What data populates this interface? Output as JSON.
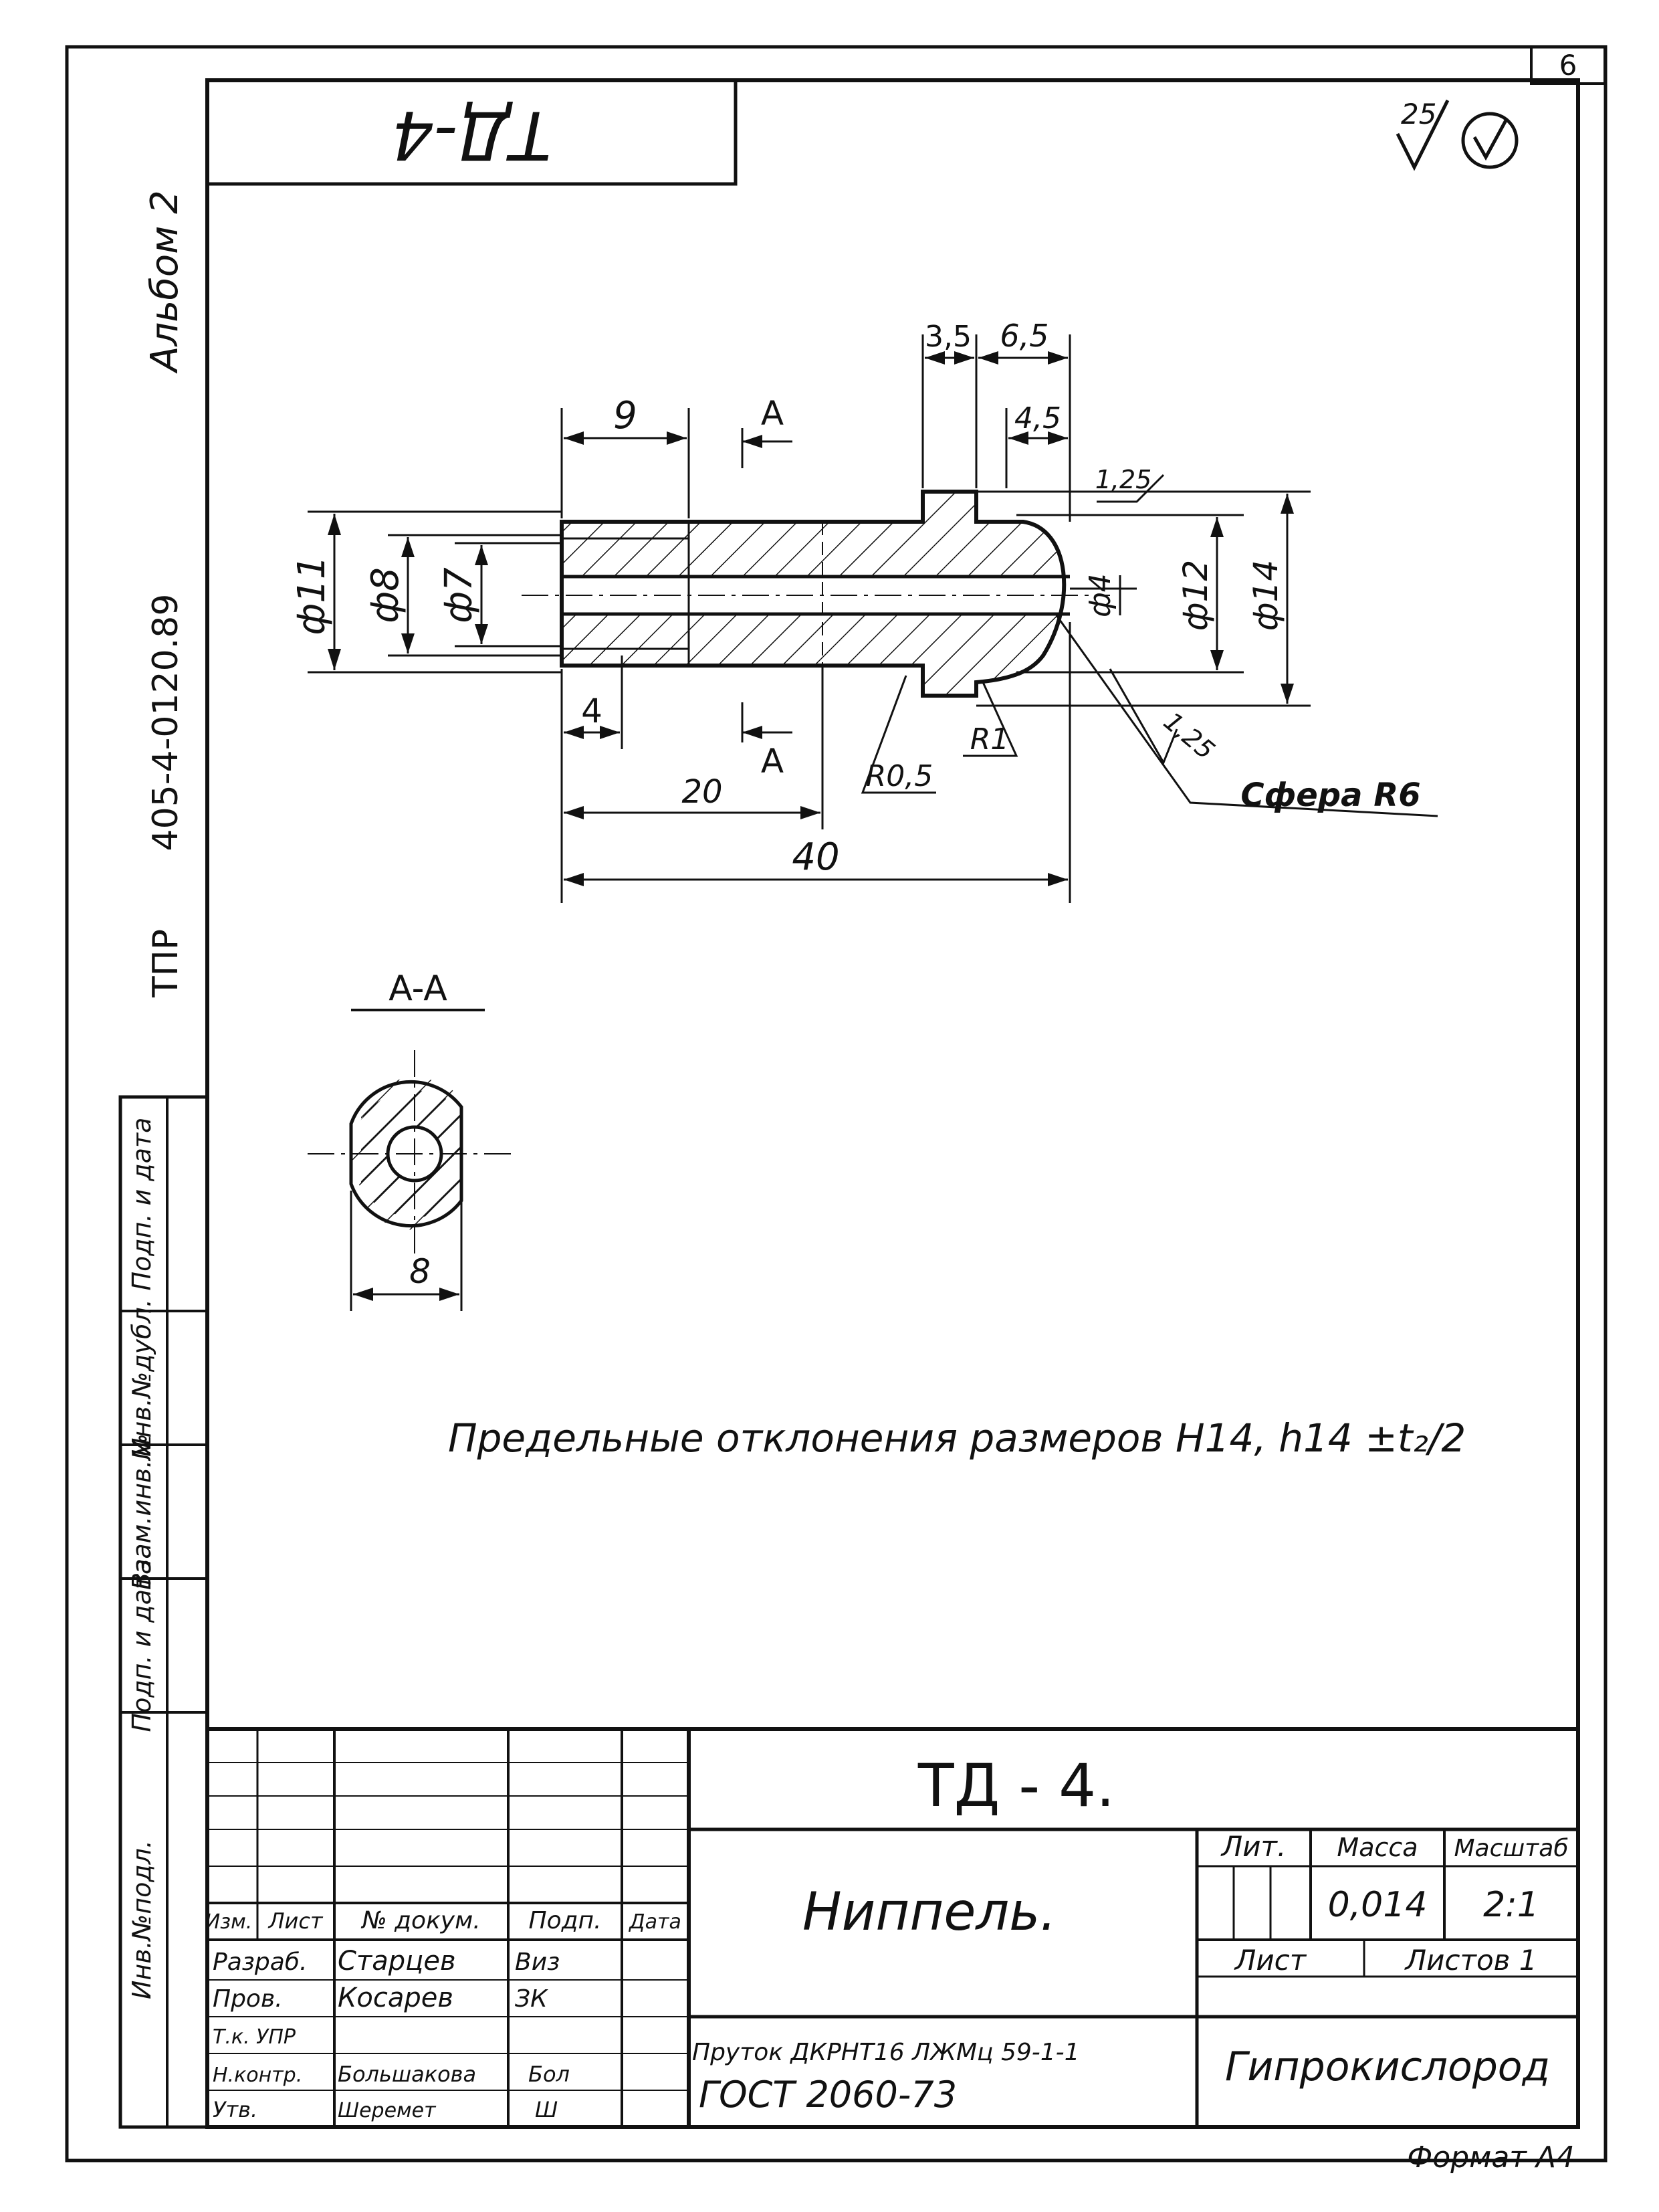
{
  "sheet": {
    "page_number": "6",
    "corner_title": "ТД-4",
    "surface_roughness": "25",
    "side_album": "Альбом 2",
    "side_project": "405-4-0120.89",
    "side_tpr": "ТПР",
    "stamp_labels": [
      "Инв.№подл.",
      "Подп. и дата",
      "Взам.инв.№",
      "Инв.№дубл.",
      "Подп. и дата"
    ]
  },
  "drawing": {
    "dims": {
      "d11": "ф11",
      "d8": "ф8",
      "d7": "ф7",
      "d4": "ф4",
      "d12": "ф12",
      "d14": "ф14",
      "l9": "9",
      "l35": "3,5",
      "l65": "6,5",
      "l45": "4,5",
      "l4": "4",
      "l20": "20",
      "l40": "40",
      "rough1": "1,25",
      "rough2": "1,25",
      "r05": "R0,5",
      "r1": "R1",
      "sphere": "Сфера R6",
      "section_mark_top": "A",
      "section_mark_bottom": "A",
      "section_title": "A-A",
      "section_width": "8"
    },
    "note": "Предельные отклонения размеров H14, h14 ±t₂/2"
  },
  "title_block": {
    "designation": "ТД - 4.",
    "part_name": "Ниппель.",
    "material_line1": "Пруток ДКРНТ16 ЛЖМц 59-1-1",
    "material_line2": "ГОСТ 2060-73",
    "organization": "Гипрокислород",
    "format": "Формат А4",
    "headers": {
      "lit": "Лит.",
      "mass": "Масса",
      "scale": "Масштаб",
      "sheet": "Лист",
      "sheets": "Листов 1"
    },
    "values": {
      "mass": "0,014",
      "scale": "2:1"
    },
    "cols": {
      "izm": "Изм.",
      "list": "Лист",
      "doc": "№ докум.",
      "sign": "Подп.",
      "date": "Дата"
    },
    "rows": [
      {
        "role": "Разраб.",
        "name": "Старцев",
        "sign": "Виз"
      },
      {
        "role": "Пров.",
        "name": "Косарев",
        "sign": "ЗК"
      },
      {
        "role": "Т.к. УПР",
        "name": "",
        "sign": ""
      },
      {
        "role": "",
        "name": "",
        "sign": ""
      },
      {
        "role": "Н.контр.",
        "name": "Большакова",
        "sign": "Бол"
      },
      {
        "role": "Утв.",
        "name": "Шеремет",
        "sign": "Ш"
      }
    ]
  }
}
